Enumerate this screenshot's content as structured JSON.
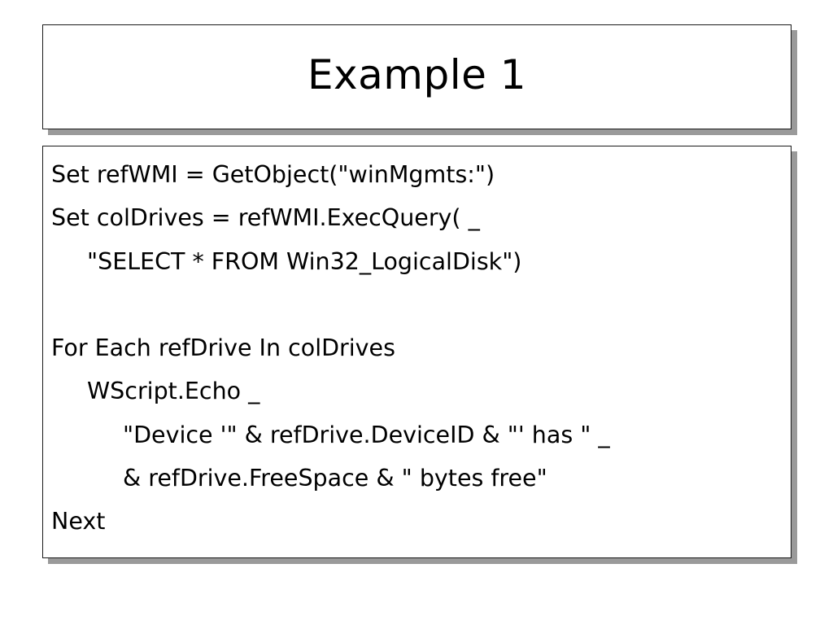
{
  "slide": {
    "title": "Example 1",
    "code_lines": [
      "Set refWMI = GetObject(\"winMgmts:\")",
      "Set colDrives = refWMI.ExecQuery( _",
      "\"SELECT * FROM Win32_LogicalDisk\")",
      "",
      "For Each refDrive In colDrives",
      "WScript.Echo _",
      "\"Device '\" & refDrive.DeviceID & \"' has \" _",
      "& refDrive.FreeSpace & \" bytes free\"",
      "Next"
    ]
  }
}
